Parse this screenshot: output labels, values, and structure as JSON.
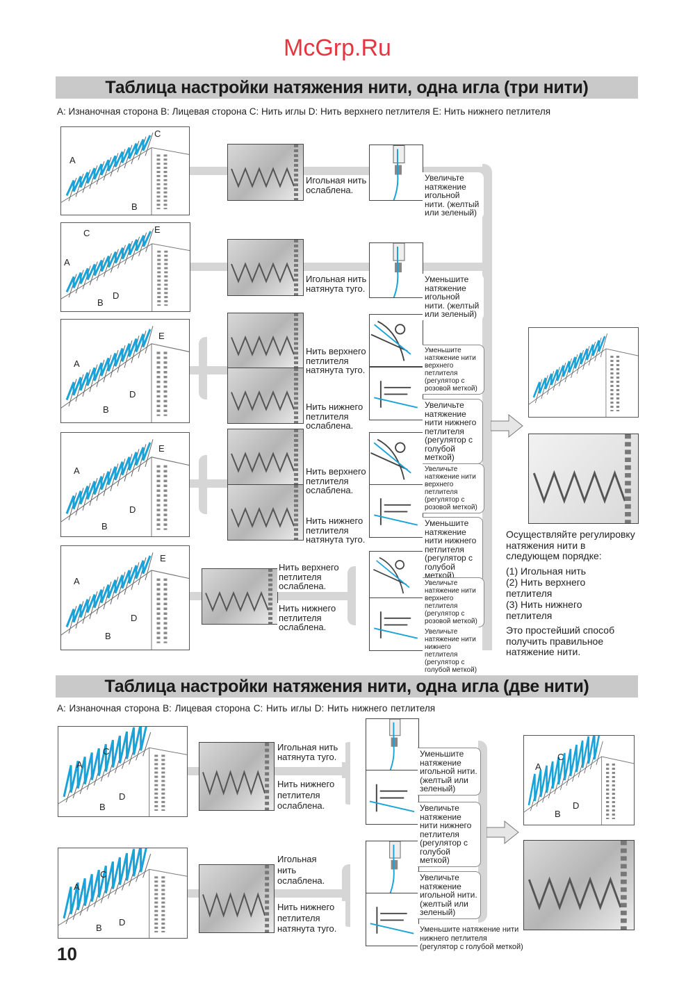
{
  "section1": {
    "title": "Таблица настройки натяжения нити, одна игла (три нити)",
    "legend": "A: Изнаночная сторона  B: Лицевая сторона  C: Нить иглы  D: Нить верхнего петлителя  E: Нить нижнего петлителя",
    "diagrams": [
      {
        "labels": [
          "A",
          "B",
          "C"
        ]
      },
      {
        "labels": [
          "A",
          "B",
          "C",
          "D",
          "E"
        ]
      },
      {
        "labels": [
          "A",
          "B",
          "D",
          "E"
        ]
      },
      {
        "labels": [
          "A",
          "B",
          "D",
          "E"
        ]
      },
      {
        "labels": [
          "A",
          "B",
          "D",
          "E"
        ]
      }
    ],
    "conditions": [
      "Игольная нить ослаблена.",
      "Игольная нить натянута туго.",
      "Нить верхнего петлителя натянута туго.",
      "Нить нижнего петлителя ослаблена.",
      "Нить верхнего петлителя ослаблена.",
      "Нить нижнего петлителя натянута туго.",
      "Нить верхнего петлителя ослаблена.",
      "Нить нижнего петлителя ослаблена."
    ],
    "actions": [
      "Увеличьте натяжение игольной нити. (желтый или зеленый)",
      "Уменьшите натяжение игольной нити. (желтый или зеленый)",
      "Уменьшите натяжение нити верхнего петлителя (регулятор с розовой меткой)",
      "Увеличьте натяжение нити нижнего петлителя (регулятор с голубой меткой)",
      "Увеличьте натяжение нити верхнего петлителя (регулятор с розовой меткой)",
      "Уменьшите натяжение нити нижнего петлителя (регулятор с голубой меткой)",
      "Увеличьте натяжение нити верхнего петлителя (регулятор с розовой меткой)",
      "Увеличьте натяжение нити нижнего петлителя (регулятор с голубой меткой)"
    ],
    "note_intro": "Осуществляйте регулировку натяжения нити в следующем порядке:",
    "order": [
      "(1) Игольная нить",
      "(2) Нить верхнего петлителя",
      "(3) Нить нижнего петлителя"
    ],
    "note_end": "Это простейший способ получить правильное натяжение нити."
  },
  "section2": {
    "title": "Таблица настройки натяжения нити, одна игла (две нити)",
    "legend": "A: Изнаночная сторона    B: Лицевая сторона    C: Нить иглы    D: Нить нижнего петлителя",
    "diagrams": [
      {
        "labels": [
          "A",
          "B",
          "C",
          "D"
        ]
      },
      {
        "labels": [
          "A",
          "B",
          "C",
          "D"
        ]
      }
    ],
    "result_labels": [
      "A",
      "B",
      "C",
      "D"
    ],
    "conditions": [
      "Игольная нить натянута туго.",
      "Нить нижнего петлителя ослаблена.",
      "Игольная нить ослаблена.",
      "Нить нижнего петлителя натянута туго."
    ],
    "actions": [
      "Уменьшите натяжение игольной нити. (желтый или зеленый)",
      "Увеличьте натяжение нити нижнего петлителя (регулятор с голубой меткой)",
      "Увеличьте натяжение игольной нити. (желтый или зеленый)",
      "Уменьшите натяжение нити нижнего петлителя (регулятор с голубой меткой)"
    ]
  },
  "watermark": "McGrp.Ru",
  "page_number": "10",
  "colors": {
    "thread": "#1aa3d9",
    "band": "#c9c9c9",
    "watermark": "#e0141e"
  }
}
